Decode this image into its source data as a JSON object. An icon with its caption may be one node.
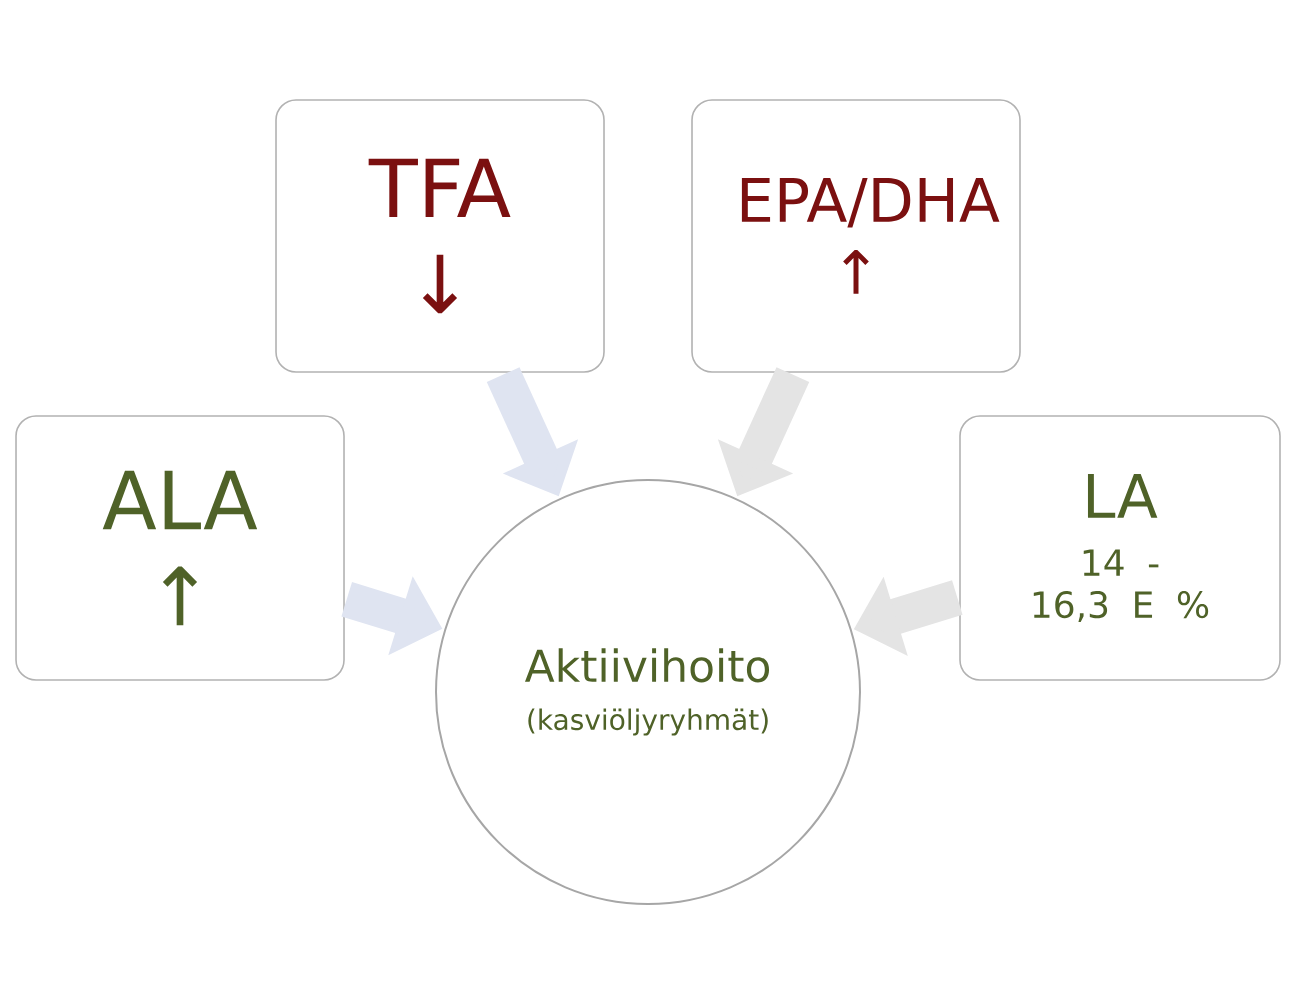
{
  "diagram": {
    "nodes": [
      {
        "text": [
          "TFA ↓"
        ]
      },
      {
        "text": [
          "EPA/DHA ↑"
        ]
      },
      {
        "text": [
          "ALA ↑"
        ]
      },
      {
        "text": [
          "LA",
          "14 -16,3 E %"
        ]
      },
      {
        "text": [
          "Aktiivihoito",
          "(kasviöljyryhmät)"
        ]
      }
    ],
    "edges": [
      {
        "from": 0,
        "to": 4,
        "arrow": "to",
        "color": "#dfe4f1"
      },
      {
        "from": 1,
        "to": 4,
        "arrow": "to",
        "color": "#e4e4e4"
      },
      {
        "from": 2,
        "to": 4,
        "arrow": "to",
        "color": "#dfe4f1"
      },
      {
        "from": 3,
        "to": 4,
        "arrow": "to",
        "color": "#e4e4e4"
      }
    ]
  }
}
